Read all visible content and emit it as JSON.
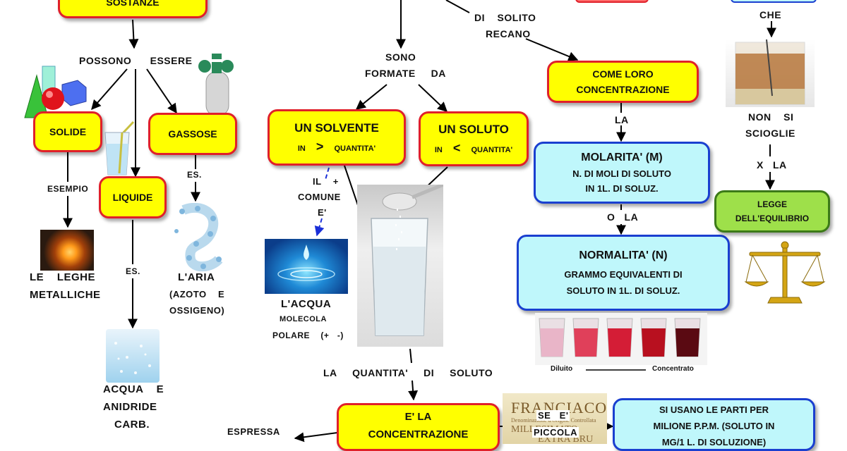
{
  "nodes": {
    "sostanze": "SOSTANZE",
    "solide": "SOLIDE",
    "liquide": "LIQUIDE",
    "gassose": "GASSOSE",
    "solvente_title": "UN    SOLVENTE",
    "solvente_sub_in": "IN",
    "solvente_sub_sym": ">",
    "solvente_sub_q": "QUANTITA'",
    "soluto_title": "UN    SOLUTO",
    "soluto_sub_in": "IN",
    "soluto_sub_sym": "<",
    "soluto_sub_q": "QUANTITA'",
    "come_loro": "COME    LORO",
    "concentrazione": "CONCENTRAZIONE",
    "molarita_title": "MOLARITA'    (M)",
    "molarita_l1": "N.  DI  MOLI  DI  SOLUTO",
    "molarita_l2": "IN  1L.  DI  SOLUZ.",
    "normalita_title": "NORMALITA'    (N)",
    "normalita_l1": "GRAMMO      EQUIVALENTI     DI",
    "normalita_l2": "SOLUTO   IN  1L.  DI  SOLUZ.",
    "legge_l1": "LEGGE",
    "legge_l2": "DELL'EQUILIBRIO",
    "conc_l1": "E'  LA",
    "conc_l2": "CONCENTRAZIONE",
    "ppm_l1": "SI   USANO   LE   PARTI   PER",
    "ppm_l2": "MILIONE   P.P.M.   (SOLUTO   IN",
    "ppm_l3": "MG/1   L.  DI   SOLUZIONE)"
  },
  "labels": {
    "possono_essere": "POSSONO      ESSERE",
    "esempio": "ESEMPIO",
    "es1": "ES.",
    "es2": "ES.",
    "leghe_l1": "LE    LEGHE",
    "leghe_l2": "METALLICHE",
    "aria_l1": "L'ARIA",
    "aria_l2": "(AZOTO    E",
    "aria_l3": "OSSIGENO)",
    "acqua_an_l1": "ACQUA    E",
    "acqua_an_l2": "ANIDRIDE",
    "acqua_an_l3": "CARB.",
    "sono": "SONO",
    "formate_da": "FORMATE     DA",
    "di_solito": "DI    SOLITO",
    "recano": "RECANO",
    "la1": "LA",
    "o_la": "O   LA",
    "il_piu": "IL    +",
    "comune": "COMUNE",
    "e_acc": "E'",
    "lacqua": "L'ACQUA",
    "molecola": "MOLECOLA",
    "polare": "POLARE    (+   -)",
    "quantita_soluto": "LA     QUANTITA'     DI     SOLUTO",
    "espressa": "ESPRESSA",
    "se_e": "SE   E'",
    "piccola": "PICCOLA",
    "che": "CHE",
    "non_si": "NON    SI",
    "scioglie": "SCIOGLIE",
    "x_la": "X   LA",
    "diluito": "Diluito",
    "concentrato": "Concentrato",
    "franciacorta": "FRANCIACO",
    "franc_sub1": "Denominazione d'Origine Controllata",
    "franc_sub2": "MILLESIMATO",
    "franc_sub3": "EXTRA BRU"
  },
  "colors": {
    "node_fill": "#ffff00",
    "node_border": "#e0202a",
    "blue_fill": "#bff7fb",
    "blue_border": "#1a3fd0",
    "green_fill": "#9ee04a",
    "green_border": "#3c7a18",
    "arrow": "#000000",
    "dashed_arrow": "#1a2fd8"
  },
  "icons": [
    "solid-shapes-icon",
    "gas-cylinder-icon",
    "glass-straw-icon",
    "molten-metal-photo",
    "air-molecules-icon",
    "sparkling-water-photo",
    "water-drop-photo",
    "dissolving-salt-photo",
    "colored-solutions-photo",
    "sediment-beaker-photo",
    "balance-scale-icon",
    "wine-label-photo"
  ]
}
